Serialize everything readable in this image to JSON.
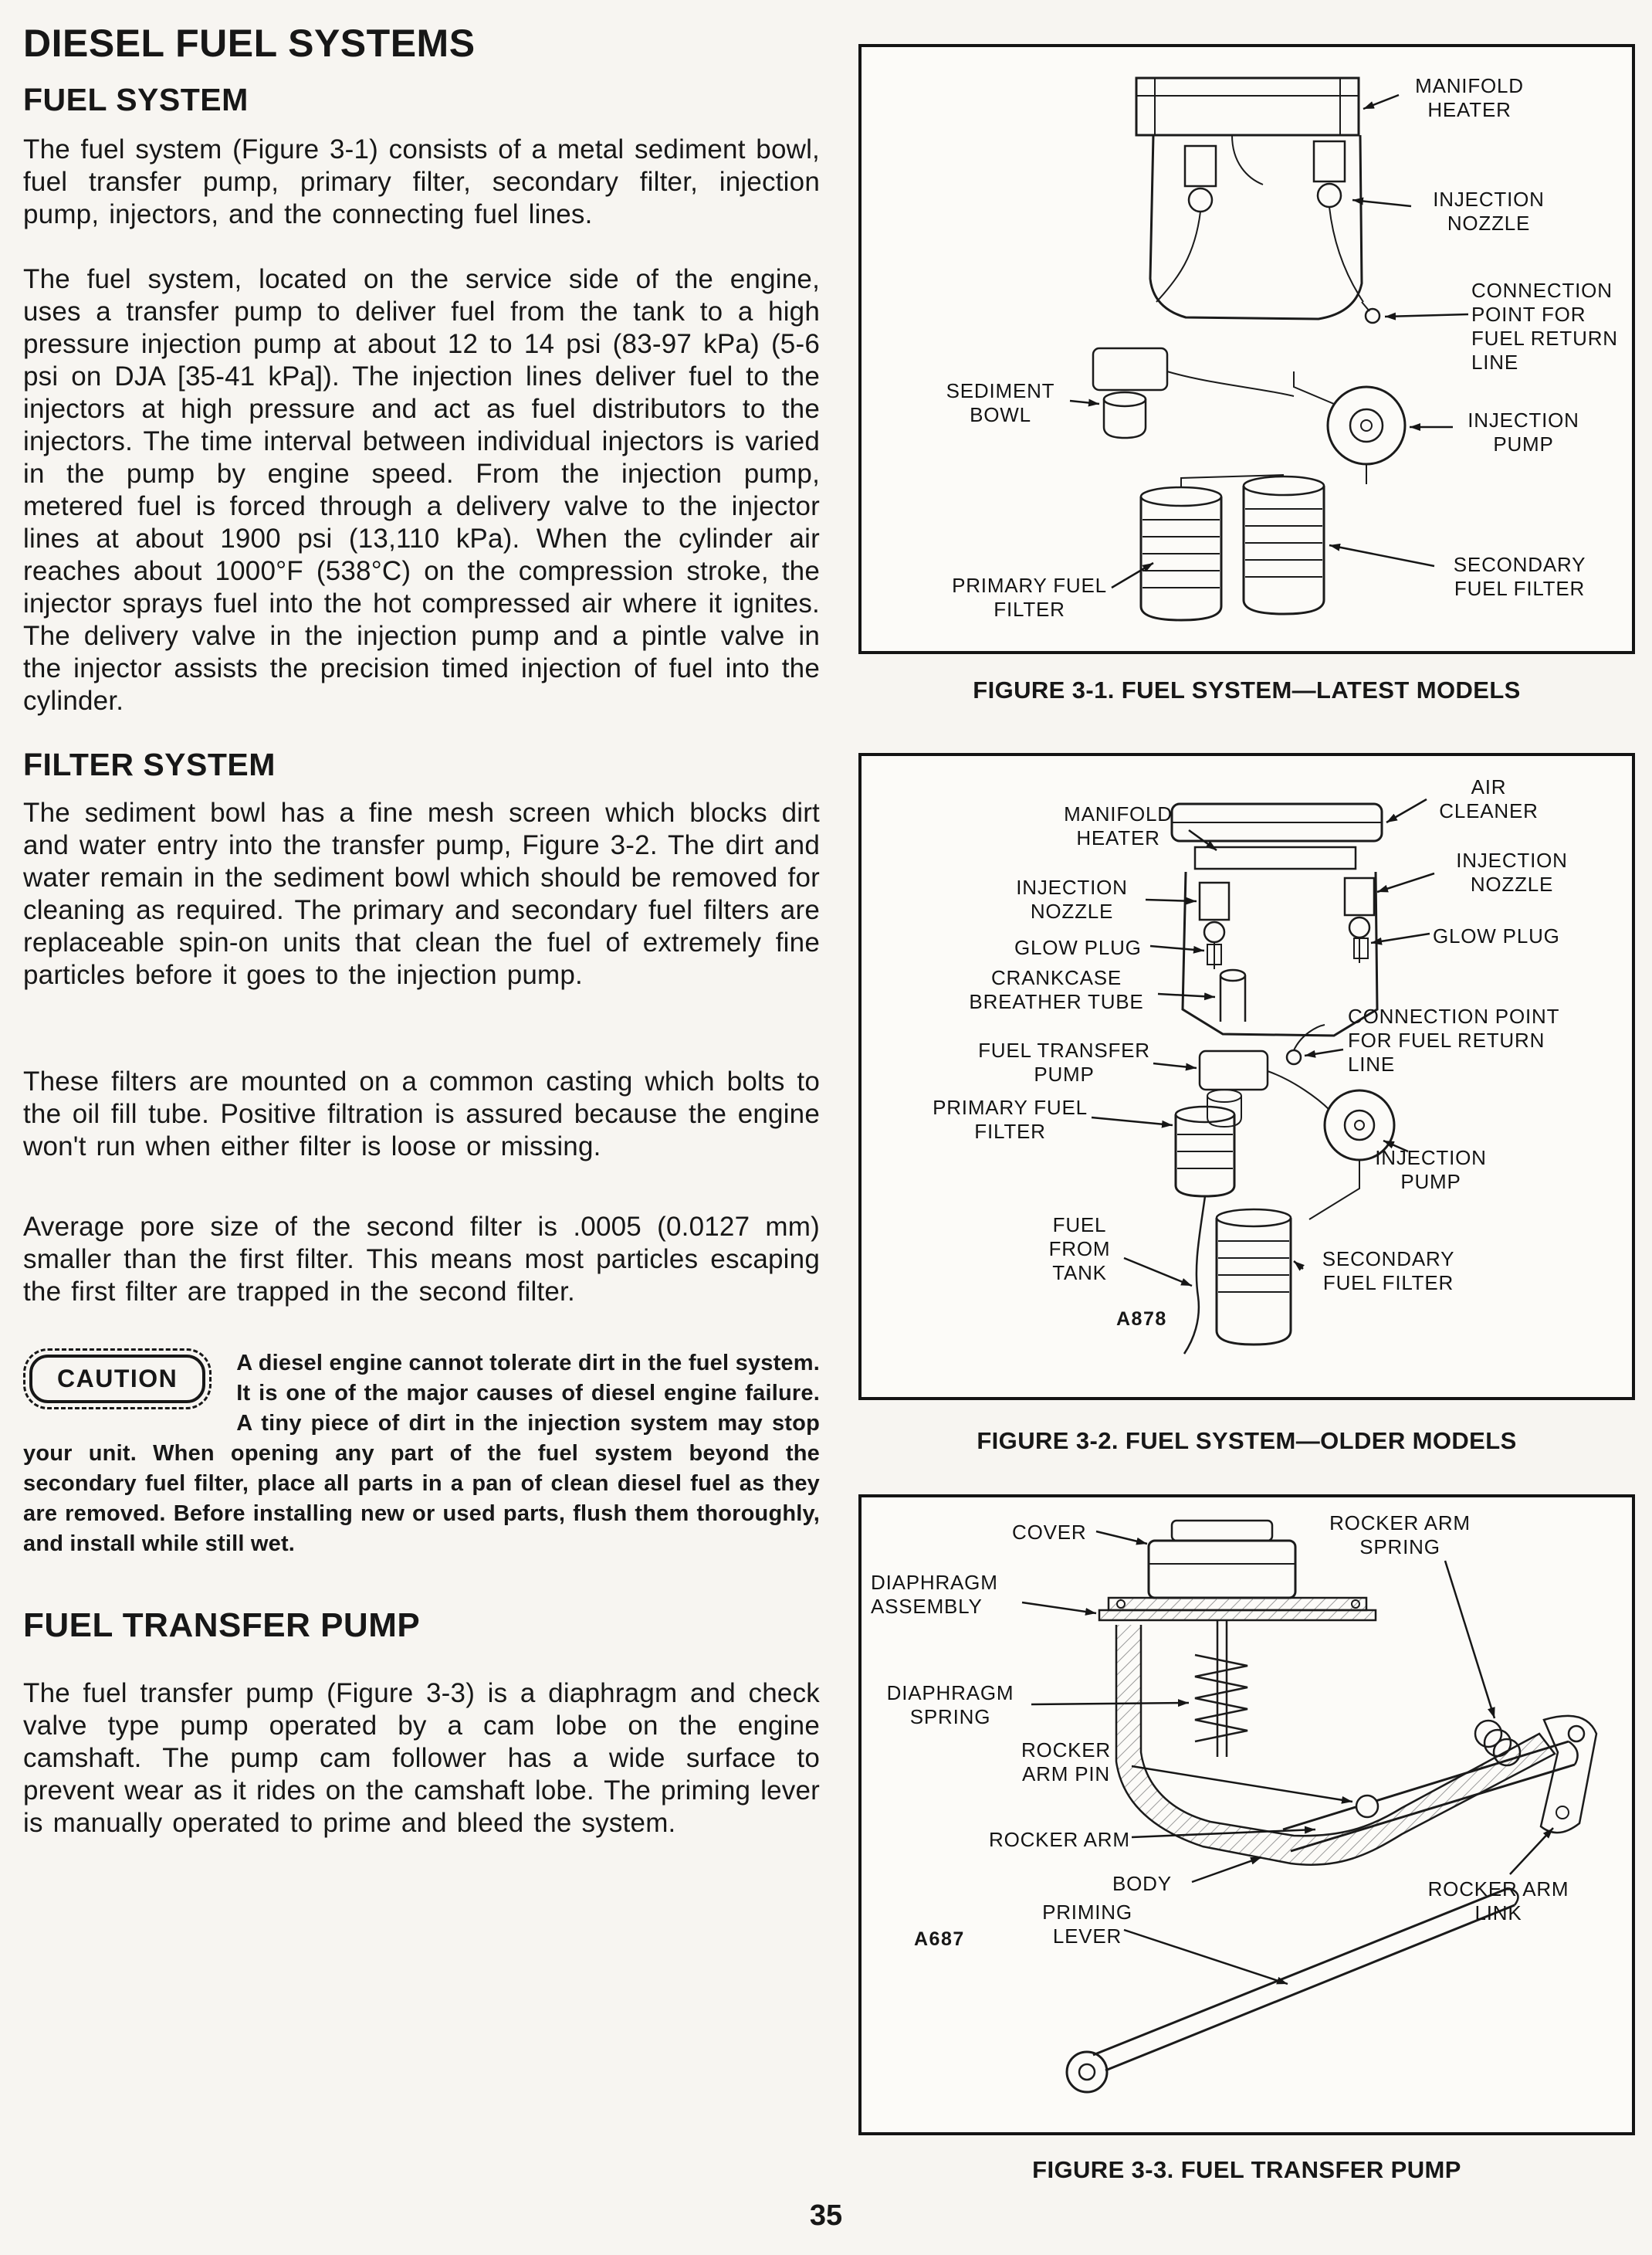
{
  "title": "DIESEL FUEL SYSTEMS",
  "page_number": "35",
  "sections": {
    "fuel_system": {
      "heading": "FUEL SYSTEM",
      "para1": "The fuel system (Figure 3-1) consists of a metal sediment bowl, fuel transfer pump, primary filter, secondary filter, injection pump, injectors, and the connecting fuel lines.",
      "para2": "The fuel system, located on the service side of the engine, uses a transfer pump to deliver fuel from the tank to a high pressure injection pump at about 12 to 14 psi (83-97 kPa) (5-6 psi on DJA [35-41 kPa]). The injection lines deliver fuel to the injectors at high pressure and act as fuel distributors to the injectors. The time interval between individual injectors is varied in the pump by engine speed. From the injection pump, metered fuel is forced through a delivery valve to the injector lines at about 1900 psi (13,110 kPa). When the cylinder air reaches about 1000°F (538°C) on the compression stroke, the injector sprays fuel into the hot compressed air where it ignites. The delivery valve in the injection pump and a pintle valve in the injector assists the precision timed injection of fuel into the cylinder."
    },
    "filter_system": {
      "heading": "FILTER SYSTEM",
      "para1": "The sediment bowl has a fine mesh screen which blocks dirt and water entry into the transfer pump, Figure 3-2. The dirt and water remain in the sediment bowl which should be removed for cleaning as required. The primary and secondary fuel filters are replaceable spin-on units that clean the fuel of extremely fine particles before it goes to the injection pump.",
      "para2": "These filters are mounted on a common casting which bolts to the oil fill tube. Positive filtration is assured because the engine won't run when either filter is loose or missing.",
      "para3": "Average pore size of the second filter is .0005 (0.0127 mm) smaller than the first filter. This means most particles escaping the first filter are trapped in the second filter."
    },
    "caution": {
      "label": "CAUTION",
      "text": "A diesel engine cannot tolerate dirt in the fuel system. It is one of the major causes of diesel engine failure. A tiny piece of dirt in the injection system may stop your unit. When opening any part of the fuel system beyond the secondary fuel filter, place all parts in a pan of clean diesel fuel as they are removed. Before installing new or used parts, flush them thoroughly, and install while still wet."
    },
    "fuel_transfer_pump": {
      "heading": "FUEL TRANSFER PUMP",
      "para1": "The fuel transfer pump (Figure 3-3) is a diaphragm and check valve type pump operated by a cam lobe on the engine camshaft. The pump cam follower has a wide surface to prevent wear as it rides on the camshaft lobe. The priming lever is manually operated to prime and bleed the system."
    }
  },
  "figures": {
    "fig1": {
      "caption": "FIGURE 3-1. FUEL SYSTEM—LATEST MODELS",
      "labels": [
        "MANIFOLD HEATER",
        "INJECTION NOZZLE",
        "CONNECTION POINT FOR FUEL RETURN LINE",
        "SEDIMENT BOWL",
        "INJECTION PUMP",
        "PRIMARY FUEL FILTER",
        "SECONDARY FUEL FILTER"
      ]
    },
    "fig2": {
      "caption": "FIGURE 3-2. FUEL SYSTEM—OLDER MODELS",
      "code": "A878",
      "labels": [
        "AIR CLEANER",
        "MANIFOLD HEATER",
        "INJECTION NOZZLE",
        "INJECTION NOZZLE",
        "GLOW PLUG",
        "GLOW PLUG",
        "CRANKCASE BREATHER TUBE",
        "CONNECTION POINT FOR FUEL RETURN LINE",
        "FUEL TRANSFER PUMP",
        "PRIMARY FUEL FILTER",
        "INJECTION PUMP",
        "FUEL FROM TANK",
        "SECONDARY FUEL FILTER"
      ]
    },
    "fig3": {
      "caption": "FIGURE 3-3. FUEL TRANSFER PUMP",
      "code": "A687",
      "labels": [
        "COVER",
        "ROCKER ARM SPRING",
        "DIAPHRAGM ASSEMBLY",
        "DIAPHRAGM SPRING",
        "ROCKER ARM PIN",
        "ROCKER ARM",
        "BODY",
        "PRIMING LEVER",
        "ROCKER ARM LINK"
      ]
    }
  }
}
